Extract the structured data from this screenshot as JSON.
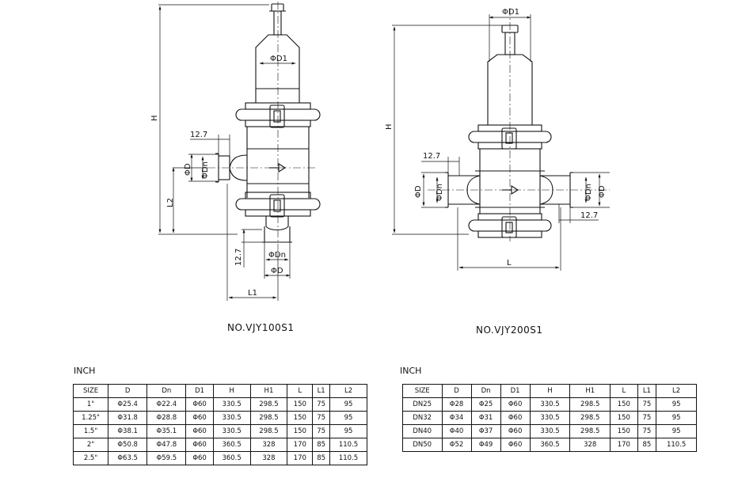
{
  "left_drawing": {
    "caption": "NO.VJY100S1",
    "labels": {
      "d1": "ΦD1",
      "h": "H",
      "dim_127_top": "12.7",
      "d": "ΦD",
      "dn": "ΦDn",
      "l2": "L2",
      "dim_127_bottom": "12.7",
      "dn_bottom": "ΦDn",
      "d_bottom": "ΦD",
      "l1": "L1"
    }
  },
  "right_drawing": {
    "caption": "NO.VJY200S1",
    "labels": {
      "d1": "ΦD1",
      "h": "H",
      "dim_127_left": "12.7",
      "d_left": "ΦD",
      "dn_left": "ΦDn",
      "dn_right": "ΦDn",
      "d_right": "ΦD",
      "dim_127_right": "12.7",
      "l": "L"
    }
  },
  "tables": [
    {
      "unit_label": "INCH",
      "headers": [
        "SIZE",
        "D",
        "Dn",
        "D1",
        "H",
        "H1",
        "L",
        "L1",
        "L2"
      ],
      "rows": [
        [
          "1\"",
          "Φ25.4",
          "Φ22.4",
          "Φ60",
          "330.5",
          "298.5",
          "150",
          "75",
          "95"
        ],
        [
          "1.25\"",
          "Φ31.8",
          "Φ28.8",
          "Φ60",
          "330.5",
          "298.5",
          "150",
          "75",
          "95"
        ],
        [
          "1.5\"",
          "Φ38.1",
          "Φ35.1",
          "Φ60",
          "330.5",
          "298.5",
          "150",
          "75",
          "95"
        ],
        [
          "2\"",
          "Φ50.8",
          "Φ47.8",
          "Φ60",
          "360.5",
          "328",
          "170",
          "85",
          "110.5"
        ],
        [
          "2.5\"",
          "Φ63.5",
          "Φ59.5",
          "Φ60",
          "360.5",
          "328",
          "170",
          "85",
          "110.5"
        ]
      ]
    },
    {
      "unit_label": "INCH",
      "headers": [
        "SIZE",
        "D",
        "Dn",
        "D1",
        "H",
        "H1",
        "L",
        "L1",
        "L2"
      ],
      "rows": [
        [
          "DN25",
          "Φ28",
          "Φ25",
          "Φ60",
          "330.5",
          "298.5",
          "150",
          "75",
          "95"
        ],
        [
          "DN32",
          "Φ34",
          "Φ31",
          "Φ60",
          "330.5",
          "298.5",
          "150",
          "75",
          "95"
        ],
        [
          "DN40",
          "Φ40",
          "Φ37",
          "Φ60",
          "330.5",
          "298.5",
          "150",
          "75",
          "95"
        ],
        [
          "DN50",
          "Φ52",
          "Φ49",
          "Φ60",
          "360.5",
          "328",
          "170",
          "85",
          "110.5"
        ]
      ]
    }
  ]
}
